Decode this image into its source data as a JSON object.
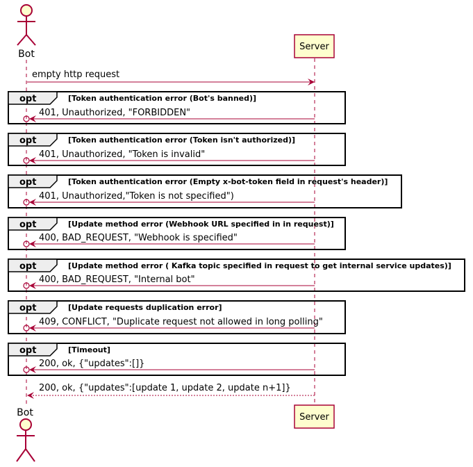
{
  "participants": {
    "bot": {
      "name": "Bot",
      "kind": "actor"
    },
    "server": {
      "name": "Server",
      "kind": "participant"
    }
  },
  "request": {
    "label": "empty http request",
    "from": "Bot",
    "to": "Server"
  },
  "fragments": [
    {
      "keyword": "opt",
      "condition": "[Token authentication error (Bot's banned)]",
      "message": "401, Unauthorized, \"FORBIDDEN\""
    },
    {
      "keyword": "opt",
      "condition": "[Token authentication error (Token isn't authorized)]",
      "message": "401, Unauthorized, \"Token is invalid\""
    },
    {
      "keyword": "opt",
      "condition": "[Token authentication error (Empty x-bot-token field in request's header)]",
      "message": "401, Unauthorized,\"Token is not specified\")"
    },
    {
      "keyword": "opt",
      "condition": "[Update method error (Webhook URL specified in in request)]",
      "message": "400, BAD_REQUEST, \"Webhook is specified\""
    },
    {
      "keyword": "opt",
      "condition": "[Update method error ( Kafka topic specified in request to get internal service updates)]",
      "message": "400, BAD_REQUEST,  \"Internal bot\""
    },
    {
      "keyword": "opt",
      "condition": "[Update requests duplication error]",
      "message": "409, CONFLICT, \"Duplicate request not allowed in long polling\""
    },
    {
      "keyword": "opt",
      "condition": "[Timeout]",
      "message": "200, ok, {\"updates\":[]}"
    }
  ],
  "response": {
    "label": "200, ok, {\"updates\":[update 1, update 2, update n+1]}",
    "style": "dashed"
  },
  "colors": {
    "arrow": "#A80036",
    "actor_fill": "#FEFECE",
    "actor_stroke": "#A80036",
    "lifeline": "#A80036",
    "frame": "#000000",
    "tab_fill": "#EEEEEE"
  }
}
